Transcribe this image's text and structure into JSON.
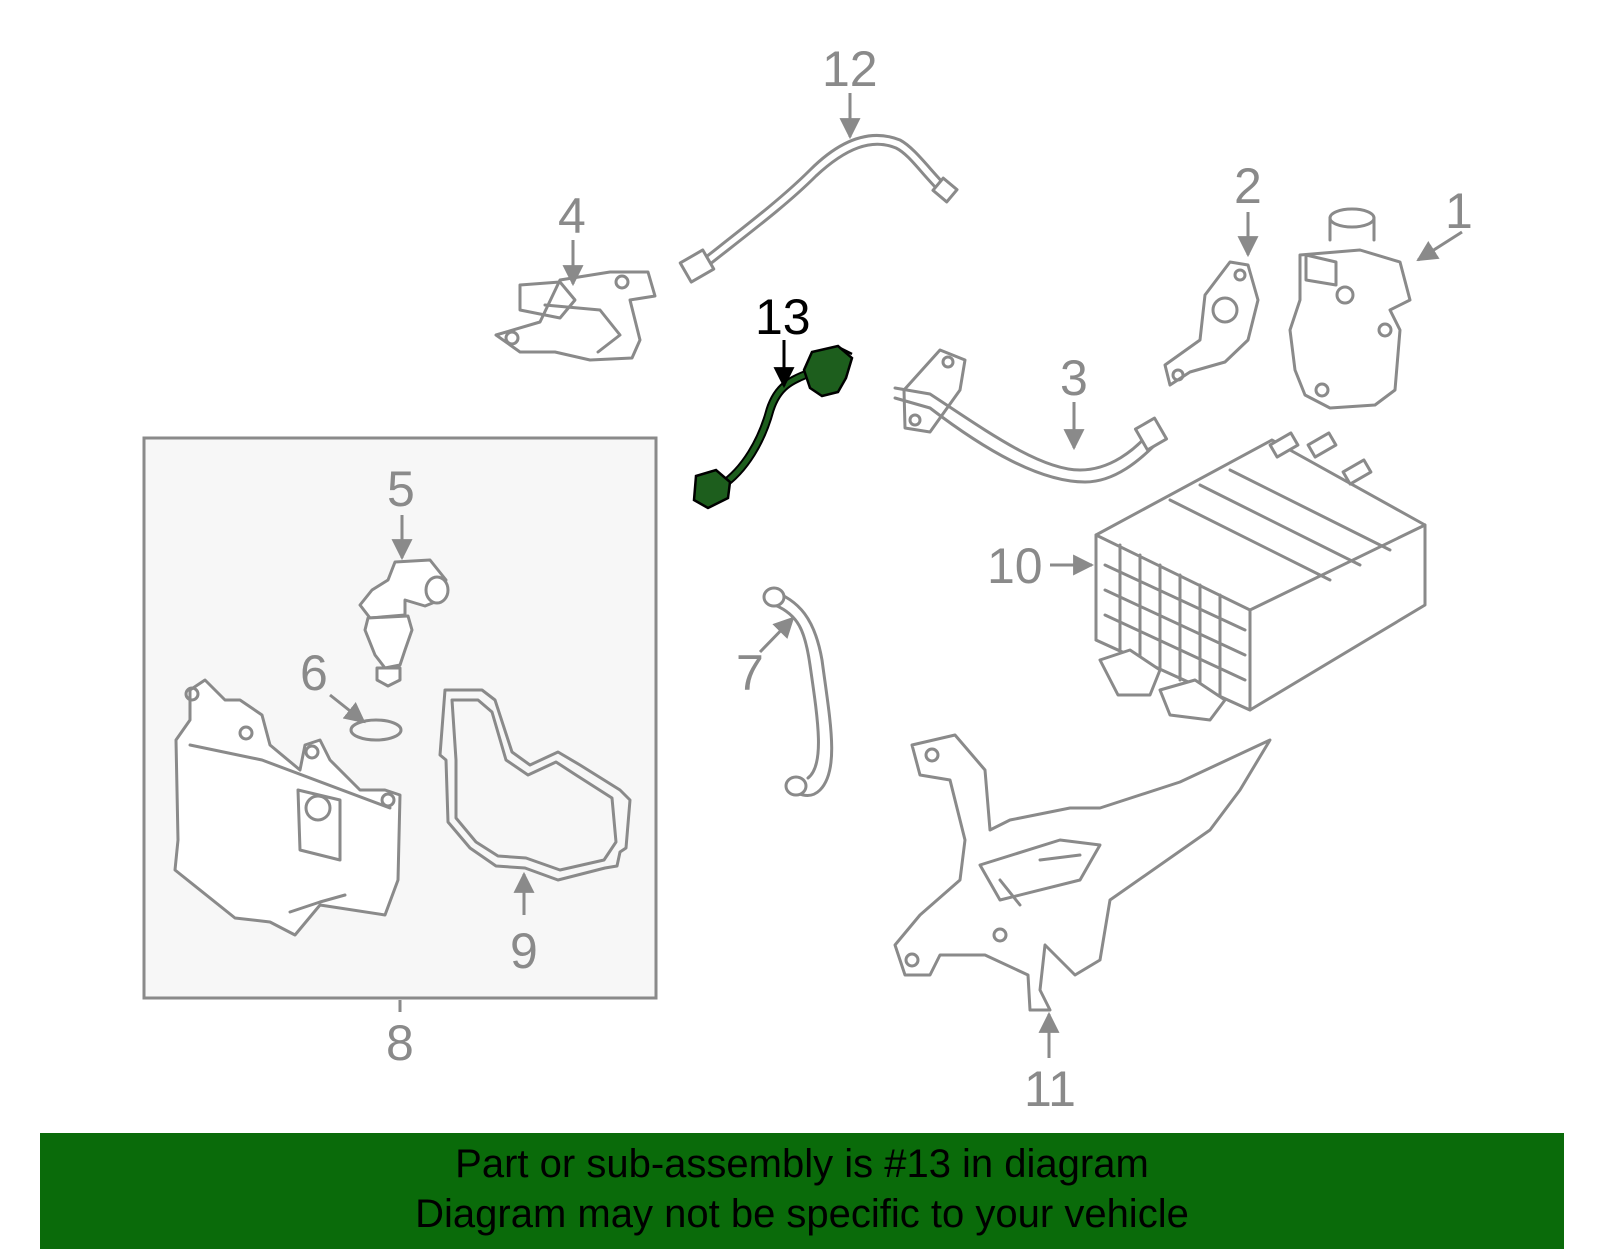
{
  "diagram": {
    "highlight_part": "13",
    "colors": {
      "parts": "#8a8a8a",
      "highlight": "#1d5e1d",
      "banner": "#0a6b0a",
      "group_box_fill": "#f7f7f7"
    },
    "callouts": {
      "c1": "1",
      "c2": "2",
      "c3": "3",
      "c4": "4",
      "c5": "5",
      "c6": "6",
      "c7": "7",
      "c8": "8",
      "c9": "9",
      "c10": "10",
      "c11": "11",
      "c12": "12",
      "c13": "13"
    }
  },
  "banner": {
    "line1": "Part or sub-assembly is #13 in diagram",
    "line2": "Diagram may not be specific to your vehicle"
  }
}
